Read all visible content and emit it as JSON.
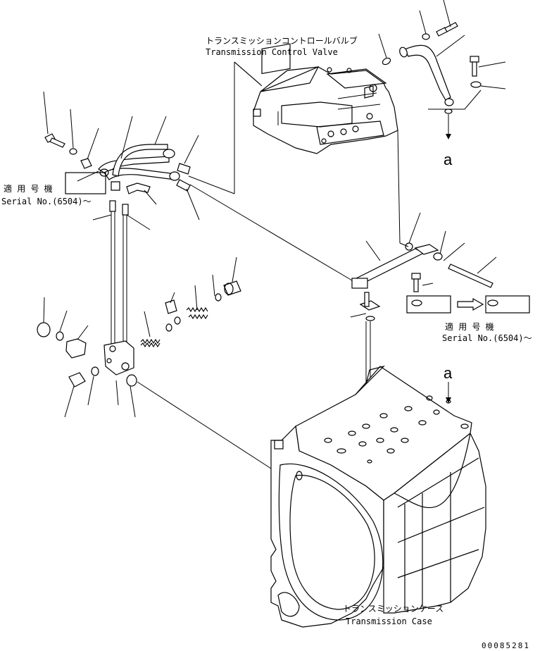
{
  "labels": {
    "tcv_jp": "トランスミッションコントロールバルブ",
    "tcv_en": "Transmission Control Valve",
    "serial_left_jp": "適 用 号 機",
    "serial_left_en": "Serial No.(6504)～",
    "serial_right_jp": "適 用 号 機",
    "serial_right_en": "Serial No.(6504)～",
    "case_jp": "トランスミッションケース",
    "case_en": "Transmission Case",
    "ref_a_top": "a",
    "ref_a_case": "a",
    "drawing_number": "00085281"
  }
}
